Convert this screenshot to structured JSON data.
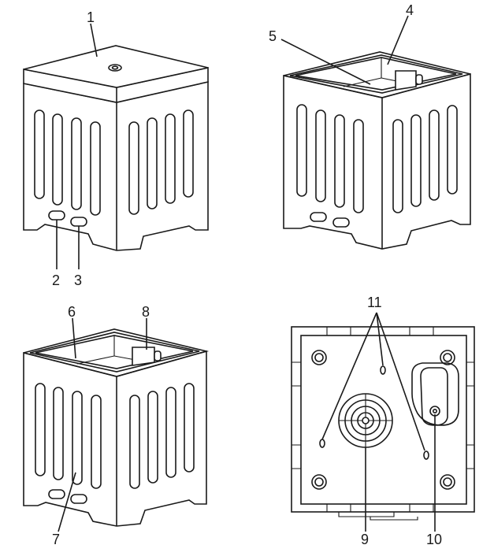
{
  "callouts": {
    "c1": "1",
    "c2": "2",
    "c3": "3",
    "c4": "4",
    "c5": "5",
    "c6": "6",
    "c7": "7",
    "c8": "8",
    "c9": "9",
    "c10": "10",
    "c11": "11"
  },
  "colors": {
    "line": "#1a1a1a",
    "fill": "#ffffff"
  }
}
